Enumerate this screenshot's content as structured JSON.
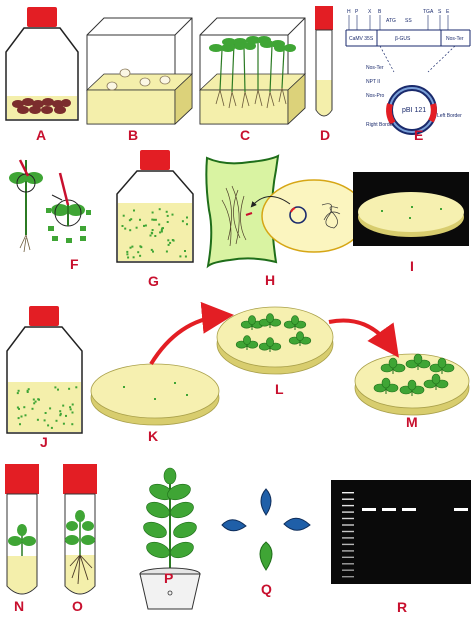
{
  "colors": {
    "cap": "#e31e24",
    "medium": "#f4efab",
    "medium_dark": "#dcd27a",
    "plate": "#f6f0b0",
    "plate_edge": "#d8cd6e",
    "leaf": "#3fa535",
    "leaf_dark": "#1f6e1a",
    "seed": "#7b2d2d",
    "plasmid": "#1a2a6c",
    "border_region": "#e31e24",
    "arrow": "#e31e24",
    "gel": "#0a0a0a",
    "band": "#ffffff",
    "blue_leaf": "#1f5fa8"
  },
  "panels": [
    {
      "id": "A",
      "label": "A"
    },
    {
      "id": "B",
      "label": "B"
    },
    {
      "id": "C",
      "label": "C"
    },
    {
      "id": "D",
      "label": "D"
    },
    {
      "id": "E",
      "label": "E"
    },
    {
      "id": "F",
      "label": "F"
    },
    {
      "id": "G",
      "label": "G"
    },
    {
      "id": "H",
      "label": "H"
    },
    {
      "id": "I",
      "label": "I"
    },
    {
      "id": "J",
      "label": "J"
    },
    {
      "id": "K",
      "label": "K"
    },
    {
      "id": "L",
      "label": "L"
    },
    {
      "id": "M",
      "label": "M"
    },
    {
      "id": "N",
      "label": "N"
    },
    {
      "id": "O",
      "label": "O"
    },
    {
      "id": "P",
      "label": "P"
    },
    {
      "id": "Q",
      "label": "Q"
    },
    {
      "id": "R",
      "label": "R"
    }
  ],
  "vector": {
    "sites": [
      "H",
      "P",
      "X",
      "B",
      "ATG",
      "SS",
      "TGA",
      "S",
      "E"
    ],
    "cassette": [
      "CaMV 35S",
      "β-GUS",
      "Nos-Ter"
    ],
    "plasmid_name": "pBI 121",
    "elements": [
      "Nos-Ter",
      "NPT II",
      "Nos-Pro",
      "Right Border",
      "Left Border"
    ]
  },
  "gel": {
    "ladder_bands": 14,
    "sample_lanes": [
      true,
      true,
      true,
      false,
      true
    ]
  }
}
